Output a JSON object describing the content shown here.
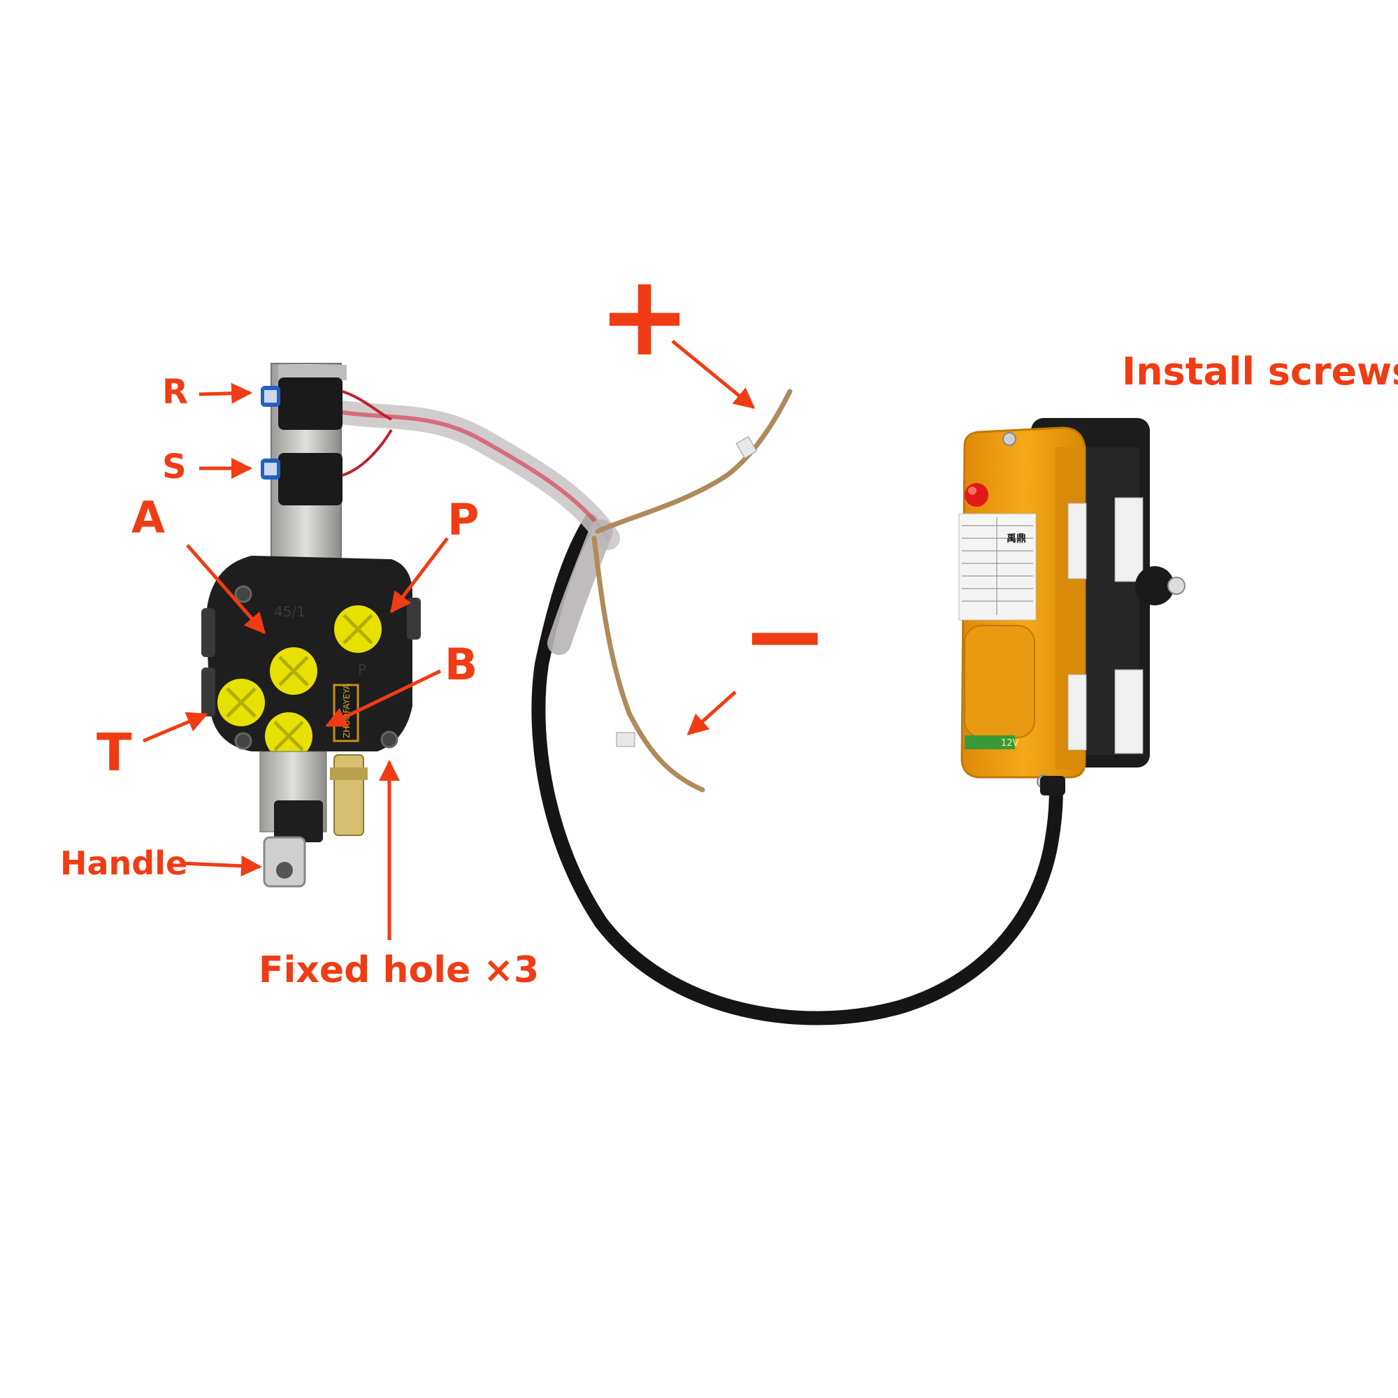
{
  "labels": {
    "r": "R",
    "s": "S",
    "a": "A",
    "p": "P",
    "b": "B",
    "t": "T",
    "handle": "Handle",
    "fixed_hole": "Fixed hole ×3",
    "install_screws": "Install screws",
    "plus": "+",
    "minus": "−"
  },
  "valve": {
    "body_marking": "45/1",
    "port_marking": "P",
    "brand_plate": "ZHUOFAYEYA"
  },
  "remote": {
    "brand": "禹鼎",
    "voltage": "12V"
  },
  "colors": {
    "annotation": "#f03c14",
    "valve_body": "#1e1e1e",
    "port_cap": "#e8e000",
    "remote_housing": "#f2a20e",
    "cable": "#151515",
    "wire": "#b08a5a"
  }
}
